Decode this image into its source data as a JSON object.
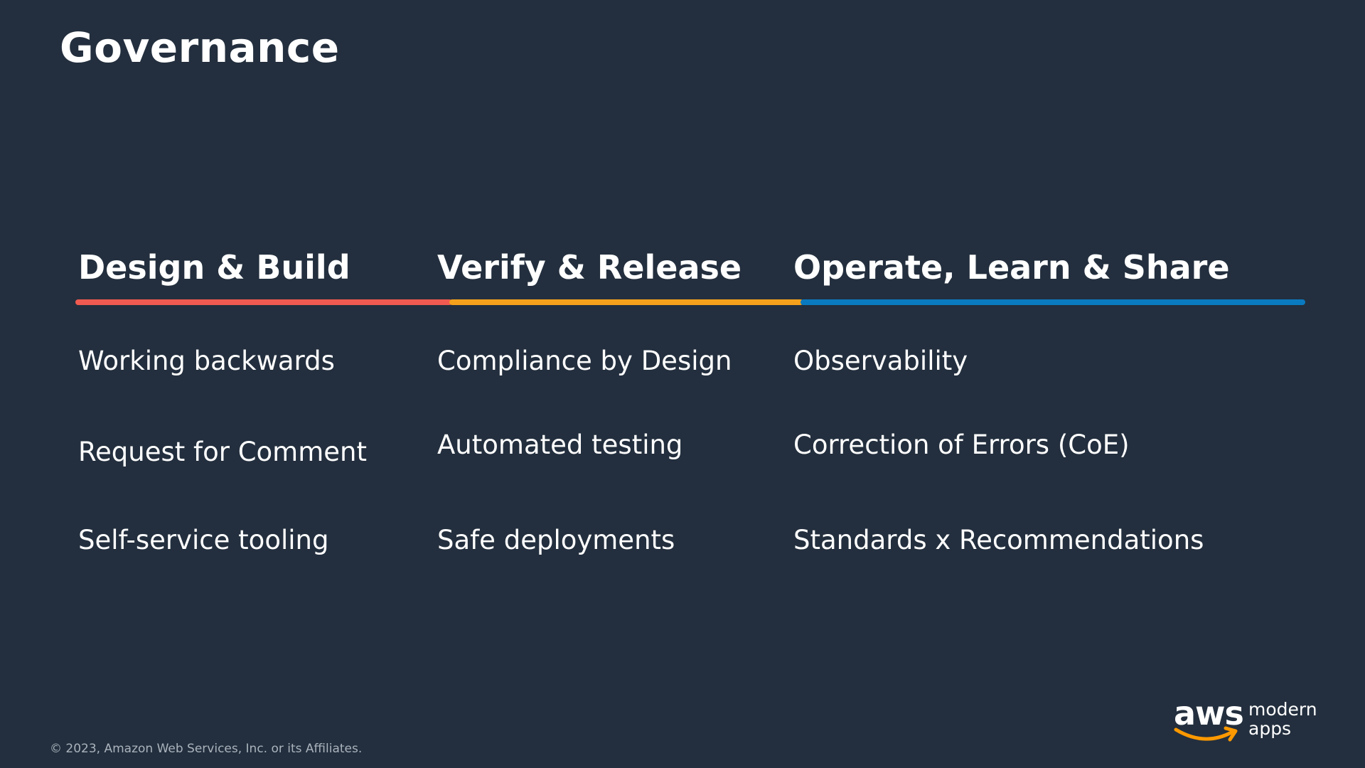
{
  "slide": {
    "title": "Governance",
    "columns": [
      {
        "header": "Design & Build",
        "accent_color": "#f05a50",
        "items": [
          "Working backwards",
          "Request for Comment",
          "Self-service tooling"
        ]
      },
      {
        "header": "Verify & Release",
        "accent_color": "#f5a11c",
        "items": [
          "Compliance by Design",
          "Automated testing",
          "Safe deployments"
        ]
      },
      {
        "header": "Operate, Learn & Share",
        "accent_color": "#0a7ac0",
        "items": [
          "Observability",
          "Correction of Errors (CoE)",
          "Standards x Recommendations"
        ]
      }
    ],
    "footer": "© 2023, Amazon Web Services, Inc. or its Affiliates.",
    "logo": {
      "wordmark": "aws",
      "line1": "modern",
      "line2": "apps",
      "smile_color": "#ff9900"
    },
    "background_color": "#232f3e"
  }
}
